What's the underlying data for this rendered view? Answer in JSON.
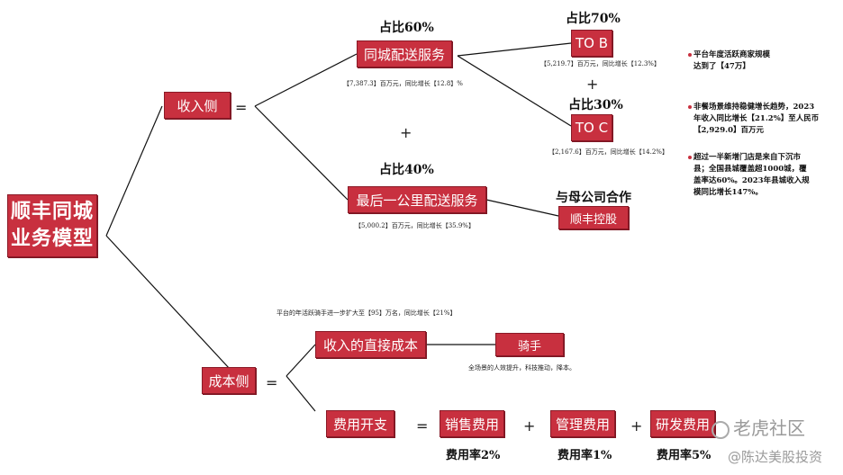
{
  "root": {
    "line1": "顺丰同城",
    "line2": "业务模型"
  },
  "revenue": {
    "label": "收入侧",
    "eq": "=",
    "plus_mid": "+",
    "city": {
      "share": "占比60%",
      "label": "同城配送服务",
      "stats": "【7,387.3】百万元，同比增长【12.8】%",
      "plus": "+",
      "tob": {
        "share": "占比70%",
        "label": "TO B",
        "stats": "【5,219.7】百万元，同比增长【12.3%】"
      },
      "toc": {
        "share": "占比30%",
        "label": "TO C",
        "stats": "【2,167.6】百万元，同比增长【14.2%】"
      }
    },
    "lastmile": {
      "share": "占比40%",
      "label": "最后一公里配送服务",
      "stats": "【5,000.2】百万元，同比增长【35.9%】",
      "partner_title": "与母公司合作",
      "partner_label": "顺丰控股"
    }
  },
  "notes": [
    "平台年度活跃商家规模达到了【47万】",
    "非餐场景维持稳健增长趋势，2023年收入同比增长【21.2%】至人民币【2,929.0】百万元",
    "超过一半新增门店是来自下沉市县；全国县城覆盖超1000城，覆盖率达60%。2023年县城收入规模同比增长147%。"
  ],
  "cost": {
    "label": "成本侧",
    "eq": "=",
    "rider_note": "平台的年活跃骑手进一步扩大至【95】万名，同比增长【21%】",
    "direct_label": "收入的直接成本",
    "rider_label": "骑手",
    "rider_sub": "全场景的人效提升，科技推动，降本。",
    "expense": {
      "label": "费用开支",
      "eq": "=",
      "plus1": "+",
      "plus2": "+",
      "items": [
        {
          "label": "销售费用",
          "rate": "费用率2%"
        },
        {
          "label": "管理费用",
          "rate": "费用率1%"
        },
        {
          "label": "研发费用",
          "rate": "费用率5%"
        }
      ]
    }
  },
  "watermark": {
    "line1": "老虎社区",
    "line2": "@陈达美股投资"
  },
  "colors": {
    "accent": "#c8303f",
    "line": "#111111"
  }
}
